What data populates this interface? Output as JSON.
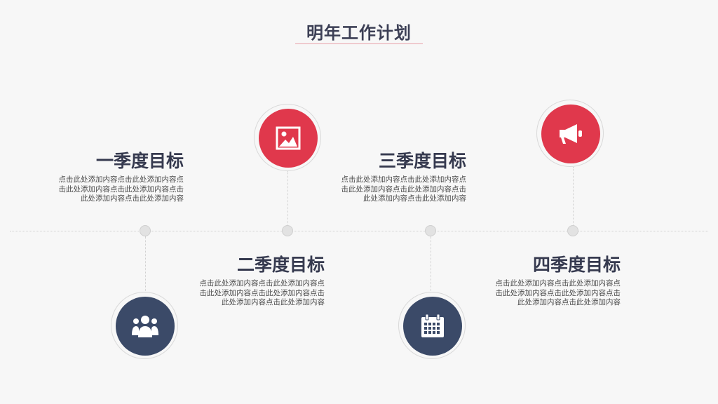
{
  "title": "明年工作计划",
  "quarters": [
    {
      "heading": "一季度目标",
      "lines": [
        "点击此处添加内容点击此处添加内容点",
        "击此处添加内容点击此处添加内容点击",
        "此处添加内容点击此处添加内容"
      ],
      "icon": "people-group-icon"
    },
    {
      "heading": "二季度目标",
      "lines": [
        "点击此处添加内容点击此处添加内容点",
        "击此处添加内容点击此处添加内容点击",
        "此处添加内容点击此处添加内容"
      ],
      "icon": "image-icon"
    },
    {
      "heading": "三季度目标",
      "lines": [
        "点击此处添加内容点击此处添加内容点",
        "击此处添加内容点击此处添加内容点击",
        "此处添加内容点击此处添加内容"
      ],
      "icon": "calendar-icon"
    },
    {
      "heading": "四季度目标",
      "lines": [
        "点击此处添加内容点击此处添加内容点",
        "击此处添加内容点击此处添加内容点击",
        "此处添加内容点击此处添加内容"
      ],
      "icon": "megaphone-icon"
    }
  ],
  "colors": {
    "accent_red": "#e0384c",
    "navy": "#3b4a68",
    "heading": "#363a4f"
  }
}
